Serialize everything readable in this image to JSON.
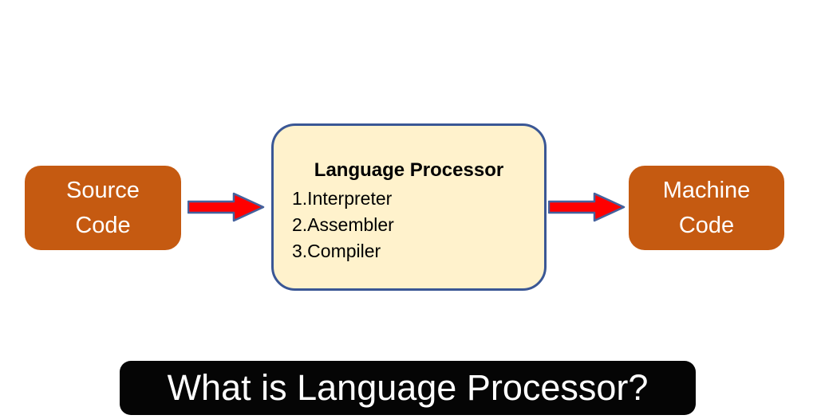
{
  "diagram": {
    "source_box": {
      "label": "Source Code"
    },
    "machine_box": {
      "label": "Machine Code"
    },
    "processor_box": {
      "title": "Language Processor",
      "items": [
        "1.Interpreter",
        "2.Assembler",
        "3.Compiler"
      ]
    },
    "banner": {
      "text": "What is Language Processor?"
    },
    "colors": {
      "box_orange": "#C55A11",
      "panel_cream": "#FFF2CC",
      "panel_border_blue": "#3A5795",
      "arrow_red": "#FF0000",
      "arrow_outline_blue": "#44619D",
      "banner_black": "#050505",
      "text_white": "#FFFFFF",
      "text_black": "#000000"
    }
  }
}
